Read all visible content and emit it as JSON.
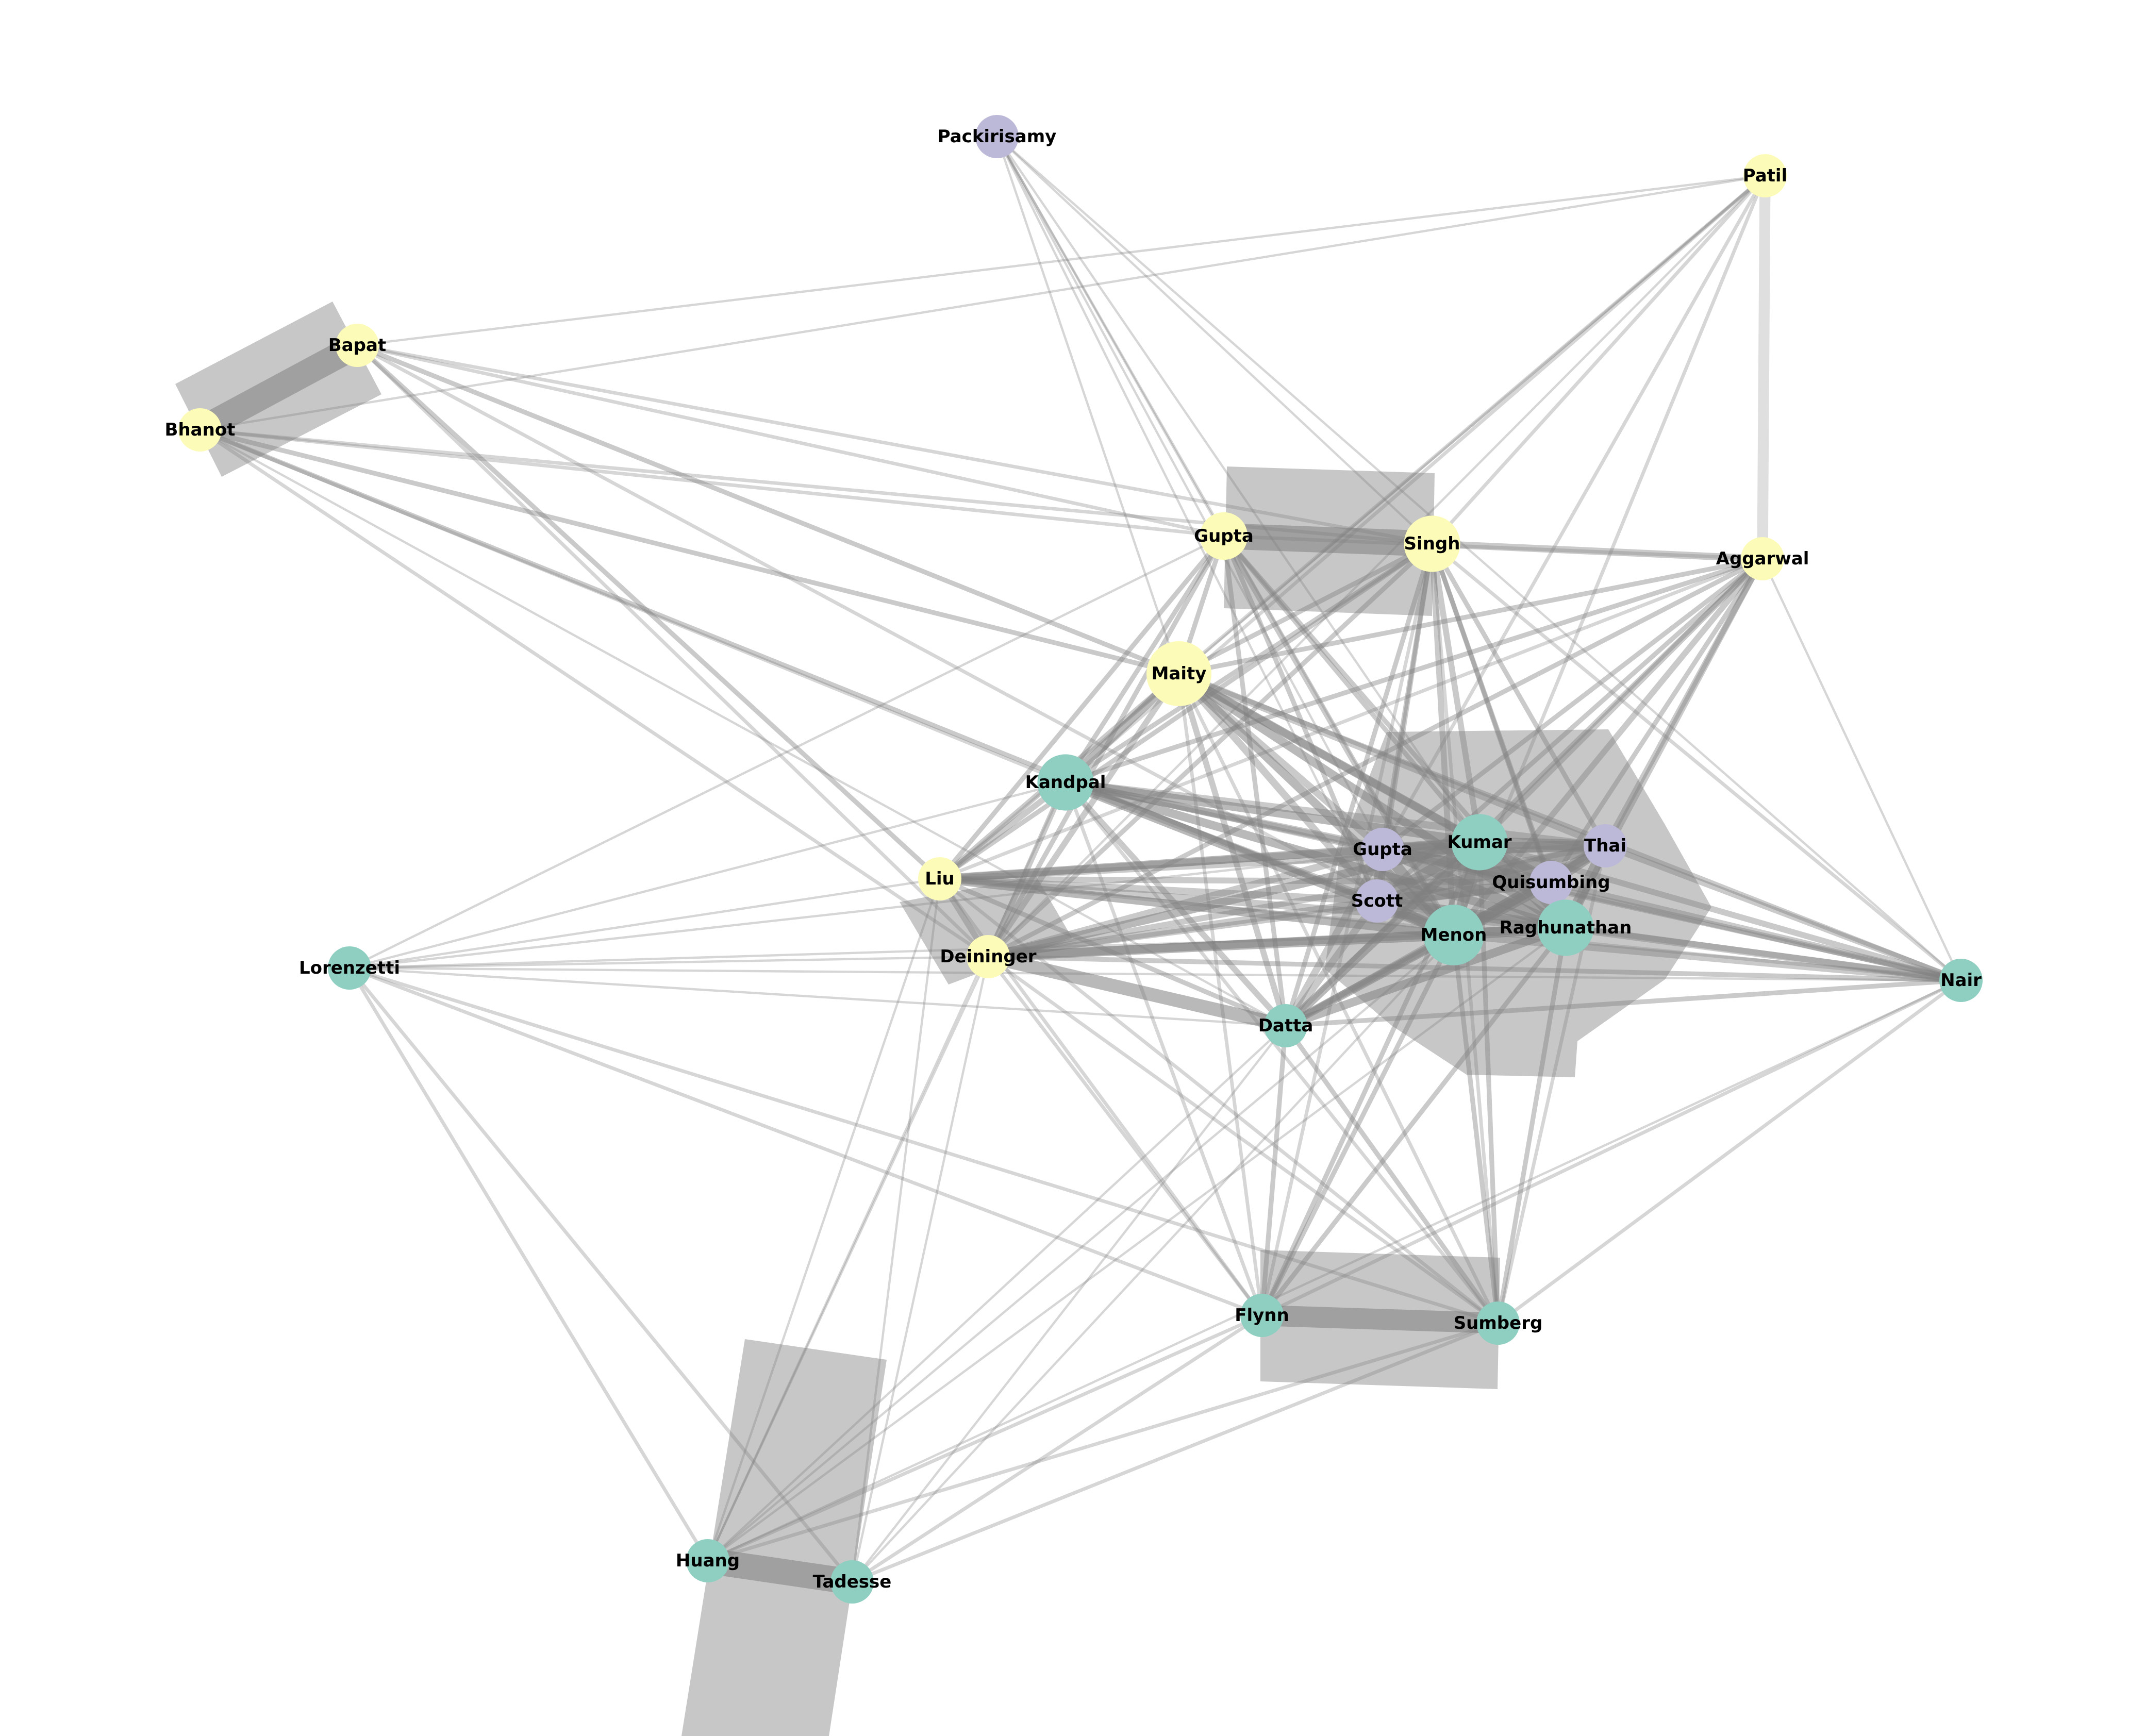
{
  "colors": {
    "background": "#ffffff",
    "edge": "#808080",
    "thick_edge": "#c4c4c4",
    "group_yellow": "#fdfbb8",
    "group_teal": "#8ecfc1",
    "group_purple": "#bcb8d8"
  },
  "nodes": [
    {
      "id": "packirisamy",
      "label": "Packirisamy",
      "group": "purple",
      "size": 1
    },
    {
      "id": "patil",
      "label": "Patil",
      "group": "yellow",
      "size": 1
    },
    {
      "id": "bapat",
      "label": "Bapat",
      "group": "yellow",
      "size": 1
    },
    {
      "id": "bhanot",
      "label": "Bhanot",
      "group": "yellow",
      "size": 1
    },
    {
      "id": "gupta_y",
      "label": "Gupta",
      "group": "yellow",
      "size": 1.1
    },
    {
      "id": "singh",
      "label": "Singh",
      "group": "yellow",
      "size": 1.3
    },
    {
      "id": "aggarwal",
      "label": "Aggarwal",
      "group": "yellow",
      "size": 1
    },
    {
      "id": "maity",
      "label": "Maity",
      "group": "yellow",
      "size": 1.5
    },
    {
      "id": "kandpal",
      "label": "Kandpal",
      "group": "teal",
      "size": 1.3
    },
    {
      "id": "kumar",
      "label": "Kumar",
      "group": "teal",
      "size": 1.3
    },
    {
      "id": "gupta_p",
      "label": "Gupta",
      "group": "purple",
      "size": 1
    },
    {
      "id": "thai",
      "label": "Thai",
      "group": "purple",
      "size": 1
    },
    {
      "id": "quisumbing",
      "label": "Quisumbing",
      "group": "purple",
      "size": 1
    },
    {
      "id": "scott",
      "label": "Scott",
      "group": "purple",
      "size": 1
    },
    {
      "id": "liu",
      "label": "Liu",
      "group": "yellow",
      "size": 1
    },
    {
      "id": "menon",
      "label": "Menon",
      "group": "teal",
      "size": 1.4
    },
    {
      "id": "raghunathan",
      "label": "Raghunathan",
      "group": "teal",
      "size": 1.3
    },
    {
      "id": "deininger",
      "label": "Deininger",
      "group": "yellow",
      "size": 1
    },
    {
      "id": "lorenzetti",
      "label": "Lorenzetti",
      "group": "teal",
      "size": 1
    },
    {
      "id": "nair",
      "label": "Nair",
      "group": "teal",
      "size": 1
    },
    {
      "id": "datta",
      "label": "Datta",
      "group": "teal",
      "size": 1
    },
    {
      "id": "flynn",
      "label": "Flynn",
      "group": "teal",
      "size": 1
    },
    {
      "id": "sumberg",
      "label": "Sumberg",
      "group": "teal",
      "size": 1
    },
    {
      "id": "huang",
      "label": "Huang",
      "group": "teal",
      "size": 1
    },
    {
      "id": "tadesse",
      "label": "Tadesse",
      "group": "teal",
      "size": 1
    }
  ],
  "edges": [
    [
      "packirisamy",
      "gupta_y",
      1
    ],
    [
      "packirisamy",
      "singh",
      1
    ],
    [
      "packirisamy",
      "kumar",
      1
    ],
    [
      "packirisamy",
      "gupta_p",
      1
    ],
    [
      "packirisamy",
      "scott",
      1
    ],
    [
      "packirisamy",
      "menon",
      1
    ],
    [
      "packirisamy",
      "nair",
      1
    ],
    [
      "packirisamy",
      "maity",
      1
    ],
    [
      "patil",
      "aggarwal",
      8
    ],
    [
      "patil",
      "bhanot",
      1
    ],
    [
      "patil",
      "bapat",
      1
    ],
    [
      "patil",
      "liu",
      1
    ],
    [
      "patil",
      "kandpal",
      2
    ],
    [
      "patil",
      "maity",
      2
    ],
    [
      "patil",
      "menon",
      2
    ],
    [
      "patil",
      "gupta_p",
      2
    ],
    [
      "patil",
      "singh",
      2
    ],
    [
      "patil",
      "deininger",
      1
    ],
    [
      "bapat",
      "bhanot",
      20
    ],
    [
      "bapat",
      "gupta_y",
      2
    ],
    [
      "bapat",
      "maity",
      3
    ],
    [
      "bapat",
      "singh",
      2
    ],
    [
      "bapat",
      "liu",
      3
    ],
    [
      "bapat",
      "deininger",
      2
    ],
    [
      "bapat",
      "menon",
      2
    ],
    [
      "bhanot",
      "gupta_y",
      2
    ],
    [
      "bhanot",
      "singh",
      2
    ],
    [
      "bhanot",
      "maity",
      3
    ],
    [
      "bhanot",
      "kandpal",
      2
    ],
    [
      "bhanot",
      "menon",
      3
    ],
    [
      "bhanot",
      "deininger",
      2
    ],
    [
      "bhanot",
      "datta",
      1
    ],
    [
      "gupta_y",
      "singh",
      20
    ],
    [
      "gupta_y",
      "aggarwal",
      2
    ],
    [
      "gupta_y",
      "maity",
      3
    ],
    [
      "gupta_y",
      "kandpal",
      3
    ],
    [
      "gupta_y",
      "kumar",
      3
    ],
    [
      "gupta_y",
      "menon",
      4
    ],
    [
      "gupta_y",
      "raghunathan",
      3
    ],
    [
      "gupta_y",
      "liu",
      3
    ],
    [
      "gupta_y",
      "deininger",
      3
    ],
    [
      "gupta_y",
      "datta",
      3
    ],
    [
      "gupta_y",
      "scott",
      3
    ],
    [
      "gupta_y",
      "lorenzetti",
      1
    ],
    [
      "singh",
      "aggarwal",
      5
    ],
    [
      "singh",
      "maity",
      3
    ],
    [
      "singh",
      "kandpal",
      3
    ],
    [
      "singh",
      "kumar",
      4
    ],
    [
      "singh",
      "menon",
      4
    ],
    [
      "singh",
      "raghunathan",
      3
    ],
    [
      "singh",
      "quisumbing",
      3
    ],
    [
      "singh",
      "thai",
      3
    ],
    [
      "singh",
      "liu",
      3
    ],
    [
      "singh",
      "deininger",
      3
    ],
    [
      "singh",
      "datta",
      3
    ],
    [
      "singh",
      "flynn",
      2
    ],
    [
      "singh",
      "sumberg",
      2
    ],
    [
      "singh",
      "nair",
      2
    ],
    [
      "singh",
      "gupta_p",
      3
    ],
    [
      "singh",
      "scott",
      3
    ],
    [
      "aggarwal",
      "kumar",
      4
    ],
    [
      "aggarwal",
      "menon",
      4
    ],
    [
      "aggarwal",
      "raghunathan",
      4
    ],
    [
      "aggarwal",
      "thai",
      4
    ],
    [
      "aggarwal",
      "quisumbing",
      3
    ],
    [
      "aggarwal",
      "maity",
      3
    ],
    [
      "aggarwal",
      "kandpal",
      3
    ],
    [
      "aggarwal",
      "liu",
      2
    ],
    [
      "aggarwal",
      "deininger",
      3
    ],
    [
      "aggarwal",
      "datta",
      3
    ],
    [
      "aggarwal",
      "nair",
      1
    ],
    [
      "aggarwal",
      "gupta_p",
      3
    ],
    [
      "aggarwal",
      "scott",
      3
    ],
    [
      "maity",
      "kandpal",
      6
    ],
    [
      "maity",
      "kumar",
      6
    ],
    [
      "maity",
      "menon",
      6
    ],
    [
      "maity",
      "raghunathan",
      6
    ],
    [
      "maity",
      "gupta_p",
      5
    ],
    [
      "maity",
      "scott",
      5
    ],
    [
      "maity",
      "quisumbing",
      5
    ],
    [
      "maity",
      "thai",
      5
    ],
    [
      "maity",
      "liu",
      4
    ],
    [
      "maity",
      "deininger",
      4
    ],
    [
      "maity",
      "datta",
      4
    ],
    [
      "maity",
      "flynn",
      2
    ],
    [
      "maity",
      "nair",
      3
    ],
    [
      "maity",
      "sumberg",
      2
    ],
    [
      "kandpal",
      "kumar",
      6
    ],
    [
      "kandpal",
      "menon",
      7
    ],
    [
      "kandpal",
      "raghunathan",
      6
    ],
    [
      "kandpal",
      "gupta_p",
      5
    ],
    [
      "kandpal",
      "scott",
      5
    ],
    [
      "kandpal",
      "quisumbing",
      5
    ],
    [
      "kandpal",
      "thai",
      5
    ],
    [
      "kandpal",
      "liu",
      4
    ],
    [
      "kandpal",
      "deininger",
      4
    ],
    [
      "kandpal",
      "datta",
      4
    ],
    [
      "kandpal",
      "flynn",
      2
    ],
    [
      "kandpal",
      "sumberg",
      2
    ],
    [
      "kandpal",
      "nair",
      3
    ],
    [
      "kandpal",
      "lorenzetti",
      1
    ],
    [
      "kandpal",
      "huang",
      1
    ],
    [
      "kumar",
      "menon",
      8
    ],
    [
      "kumar",
      "raghunathan",
      8
    ],
    [
      "kumar",
      "gupta_p",
      8
    ],
    [
      "kumar",
      "scott",
      8
    ],
    [
      "kumar",
      "quisumbing",
      8
    ],
    [
      "kumar",
      "thai",
      8
    ],
    [
      "kumar",
      "liu",
      6
    ],
    [
      "kumar",
      "deininger",
      6
    ],
    [
      "kumar",
      "datta",
      6
    ],
    [
      "kumar",
      "nair",
      4
    ],
    [
      "kumar",
      "flynn",
      3
    ],
    [
      "kumar",
      "sumberg",
      3
    ],
    [
      "kumar",
      "lorenzetti",
      1
    ],
    [
      "gupta_p",
      "scott",
      8
    ],
    [
      "gupta_p",
      "menon",
      8
    ],
    [
      "gupta_p",
      "raghunathan",
      8
    ],
    [
      "gupta_p",
      "quisumbing",
      8
    ],
    [
      "gupta_p",
      "thai",
      8
    ],
    [
      "gupta_p",
      "liu",
      5
    ],
    [
      "gupta_p",
      "deininger",
      5
    ],
    [
      "gupta_p",
      "datta",
      5
    ],
    [
      "gupta_p",
      "nair",
      4
    ],
    [
      "thai",
      "quisumbing",
      8
    ],
    [
      "thai",
      "menon",
      8
    ],
    [
      "thai",
      "raghunathan",
      8
    ],
    [
      "thai",
      "scott",
      8
    ],
    [
      "thai",
      "nair",
      4
    ],
    [
      "thai",
      "liu",
      4
    ],
    [
      "thai",
      "deininger",
      4
    ],
    [
      "thai",
      "datta",
      4
    ],
    [
      "thai",
      "sumberg",
      2
    ],
    [
      "quisumbing",
      "menon",
      8
    ],
    [
      "quisumbing",
      "raghunathan",
      8
    ],
    [
      "quisumbing",
      "scott",
      8
    ],
    [
      "quisumbing",
      "nair",
      4
    ],
    [
      "quisumbing",
      "liu",
      4
    ],
    [
      "quisumbing",
      "deininger",
      4
    ],
    [
      "quisumbing",
      "datta",
      4
    ],
    [
      "scott",
      "menon",
      8
    ],
    [
      "scott",
      "raghunathan",
      8
    ],
    [
      "scott",
      "liu",
      5
    ],
    [
      "scott",
      "deininger",
      5
    ],
    [
      "scott",
      "datta",
      5
    ],
    [
      "scott",
      "nair",
      4
    ],
    [
      "menon",
      "raghunathan",
      8
    ],
    [
      "menon",
      "liu",
      6
    ],
    [
      "menon",
      "deininger",
      7
    ],
    [
      "menon",
      "datta",
      6
    ],
    [
      "menon",
      "nair",
      5
    ],
    [
      "menon",
      "flynn",
      3
    ],
    [
      "menon",
      "sumberg",
      3
    ],
    [
      "menon",
      "lorenzetti",
      1
    ],
    [
      "menon",
      "huang",
      1
    ],
    [
      "menon",
      "tadesse",
      1
    ],
    [
      "raghunathan",
      "liu",
      5
    ],
    [
      "raghunathan",
      "deininger",
      6
    ],
    [
      "raghunathan",
      "datta",
      6
    ],
    [
      "raghunathan",
      "nair",
      5
    ],
    [
      "raghunathan",
      "flynn",
      3
    ],
    [
      "raghunathan",
      "sumberg",
      3
    ],
    [
      "raghunathan",
      "huang",
      1
    ],
    [
      "liu",
      "deininger",
      4
    ],
    [
      "liu",
      "datta",
      3
    ],
    [
      "liu",
      "lorenzetti",
      1
    ],
    [
      "liu",
      "flynn",
      2
    ],
    [
      "liu",
      "sumberg",
      2
    ],
    [
      "liu",
      "huang",
      1
    ],
    [
      "liu",
      "tadesse",
      1
    ],
    [
      "liu",
      "nair",
      2
    ],
    [
      "deininger",
      "datta",
      10
    ],
    [
      "deininger",
      "lorenzetti",
      1
    ],
    [
      "deininger",
      "flynn",
      2
    ],
    [
      "deininger",
      "sumberg",
      2
    ],
    [
      "deininger",
      "huang",
      1
    ],
    [
      "deininger",
      "tadesse",
      1
    ],
    [
      "deininger",
      "nair",
      3
    ],
    [
      "datta",
      "flynn",
      3
    ],
    [
      "datta",
      "sumberg",
      3
    ],
    [
      "datta",
      "nair",
      3
    ],
    [
      "datta",
      "huang",
      1
    ],
    [
      "datta",
      "tadesse",
      1
    ],
    [
      "datta",
      "lorenzetti",
      1
    ],
    [
      "lorenzetti",
      "huang",
      2
    ],
    [
      "lorenzetti",
      "tadesse",
      2
    ],
    [
      "lorenzetti",
      "flynn",
      2
    ],
    [
      "lorenzetti",
      "sumberg",
      2
    ],
    [
      "lorenzetti",
      "nair",
      1
    ],
    [
      "nair",
      "flynn",
      2
    ],
    [
      "nair",
      "sumberg",
      2
    ],
    [
      "nair",
      "huang",
      1
    ],
    [
      "flynn",
      "sumberg",
      16
    ],
    [
      "flynn",
      "huang",
      2
    ],
    [
      "flynn",
      "tadesse",
      2
    ],
    [
      "sumberg",
      "huang",
      2
    ],
    [
      "sumberg",
      "tadesse",
      2
    ],
    [
      "huang",
      "tadesse",
      20
    ]
  ]
}
